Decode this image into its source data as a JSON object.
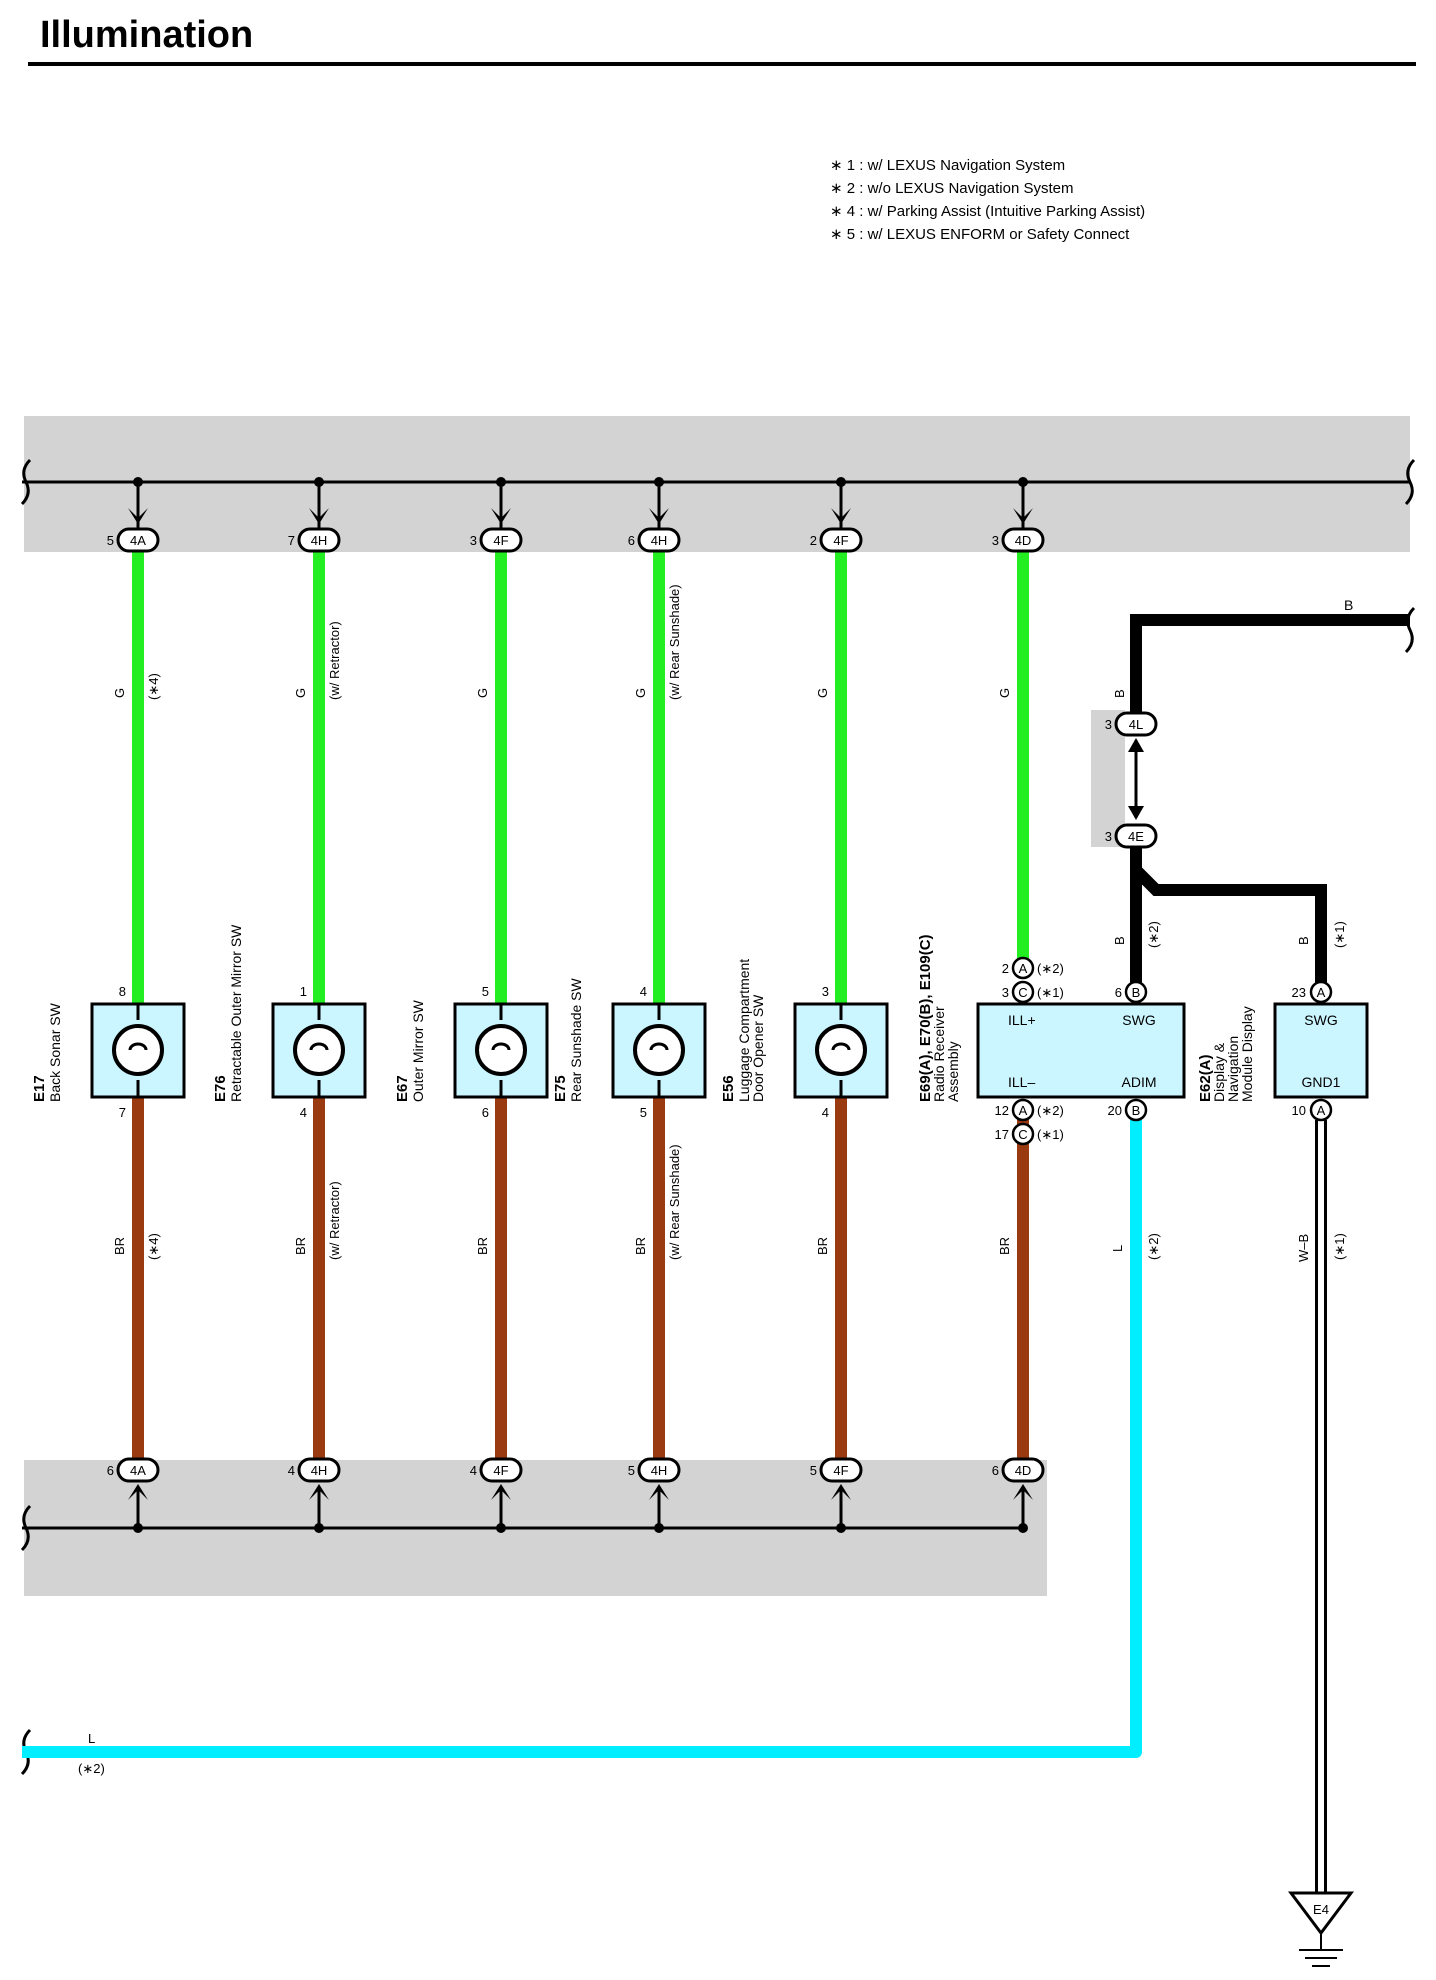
{
  "title": "Illumination",
  "notes": [
    "∗ 1 : w/ LEXUS Navigation System",
    "∗ 2 : w/o LEXUS Navigation System",
    "∗ 4 : w/ Parking Assist (Intuitive Parking Assist)",
    "∗ 5 : w/ LEXUS ENFORM or Safety Connect"
  ],
  "colors": {
    "green_wire": "#22ee22",
    "brown_wire": "#9a3a10",
    "blue_wire": "#00eeff",
    "black_wire": "#000000",
    "bus_band": "#d3d3d3",
    "component_fill": "#ccf6ff"
  },
  "switches": [
    {
      "code": "E17",
      "name": [
        "Back Sonar SW"
      ],
      "top_conn": "4A",
      "top_conn_pin": "5",
      "top_pin": "8",
      "bot_pin": "7",
      "bot_conn": "4A",
      "bot_conn_pin": "6",
      "top_wire": "G",
      "bot_wire": "BR",
      "top_cond": "(∗4)",
      "bot_cond": "(∗4)"
    },
    {
      "code": "E76",
      "name": [
        "Retractable Outer Mirror SW"
      ],
      "top_conn": "4H",
      "top_conn_pin": "7",
      "top_pin": "1",
      "bot_pin": "4",
      "bot_conn": "4H",
      "bot_conn_pin": "4",
      "top_wire": "G",
      "bot_wire": "BR",
      "top_cond": "(w/ Retractor)",
      "bot_cond": "(w/ Retractor)"
    },
    {
      "code": "E67",
      "name": [
        "Outer Mirror SW"
      ],
      "top_conn": "4F",
      "top_conn_pin": "3",
      "top_pin": "5",
      "bot_pin": "6",
      "bot_conn": "4F",
      "bot_conn_pin": "4",
      "top_wire": "G",
      "bot_wire": "BR",
      "top_cond": "",
      "bot_cond": ""
    },
    {
      "code": "E75",
      "name": [
        "Rear Sunshade SW"
      ],
      "top_conn": "4H",
      "top_conn_pin": "6",
      "top_pin": "4",
      "bot_pin": "5",
      "bot_conn": "4H",
      "bot_conn_pin": "5",
      "top_wire": "G",
      "bot_wire": "BR",
      "top_cond": "(w/ Rear Sunshade)",
      "bot_cond": "(w/ Rear Sunshade)"
    },
    {
      "code": "E56",
      "name": [
        "Luggage Compartment",
        "Door Opener SW"
      ],
      "top_conn": "4F",
      "top_conn_pin": "2",
      "top_pin": "3",
      "bot_pin": "4",
      "bot_conn": "4F",
      "bot_conn_pin": "5",
      "top_wire": "G",
      "bot_wire": "BR",
      "top_cond": "",
      "bot_cond": ""
    }
  ],
  "radio": {
    "code": "E69(A), E70(B), E109(C)",
    "name": [
      "Radio Receiver",
      "Assembly"
    ],
    "top_conn": "4D",
    "top_conn_pin": "3",
    "bot_conn": "4D",
    "bot_conn_pin": "6",
    "top_wire": "G",
    "bot_wire": "BR",
    "ill_plus": "ILL+",
    "ill_minus": "ILL–",
    "swg": "SWG",
    "adim": "ADIM",
    "pins": [
      {
        "num": "2",
        "conn": "A",
        "cond": "(∗2)"
      },
      {
        "num": "3",
        "conn": "C",
        "cond": "(∗1)"
      },
      {
        "num": "6",
        "conn": "B",
        "cond": ""
      },
      {
        "num": "12",
        "conn": "A",
        "cond": "(∗2)"
      },
      {
        "num": "17",
        "conn": "C",
        "cond": "(∗1)"
      },
      {
        "num": "20",
        "conn": "B",
        "cond": ""
      }
    ],
    "swg_wire": "B",
    "swg_cond": "(∗2)",
    "adim_wire": "L",
    "adim_cond": "(∗2)"
  },
  "display": {
    "code": "E62(A)",
    "name": [
      "Display &",
      "Navigation",
      "Module Display"
    ],
    "swg": "SWG",
    "gnd": "GND1",
    "pin_top": {
      "num": "23",
      "conn": "A"
    },
    "pin_bot": {
      "num": "10",
      "conn": "A"
    },
    "swg_wire": "B",
    "swg_cond": "(∗1)",
    "gnd_wire": "W–B",
    "gnd_cond": "(∗1)"
  },
  "junction": {
    "top_conn": "4L",
    "top_pin": "3",
    "bot_conn": "4E",
    "bot_pin": "3",
    "wire": "B"
  },
  "top_right_wire": "B",
  "bottom_wire": {
    "label": "L",
    "cond": "(∗2)"
  },
  "ground": "E4"
}
